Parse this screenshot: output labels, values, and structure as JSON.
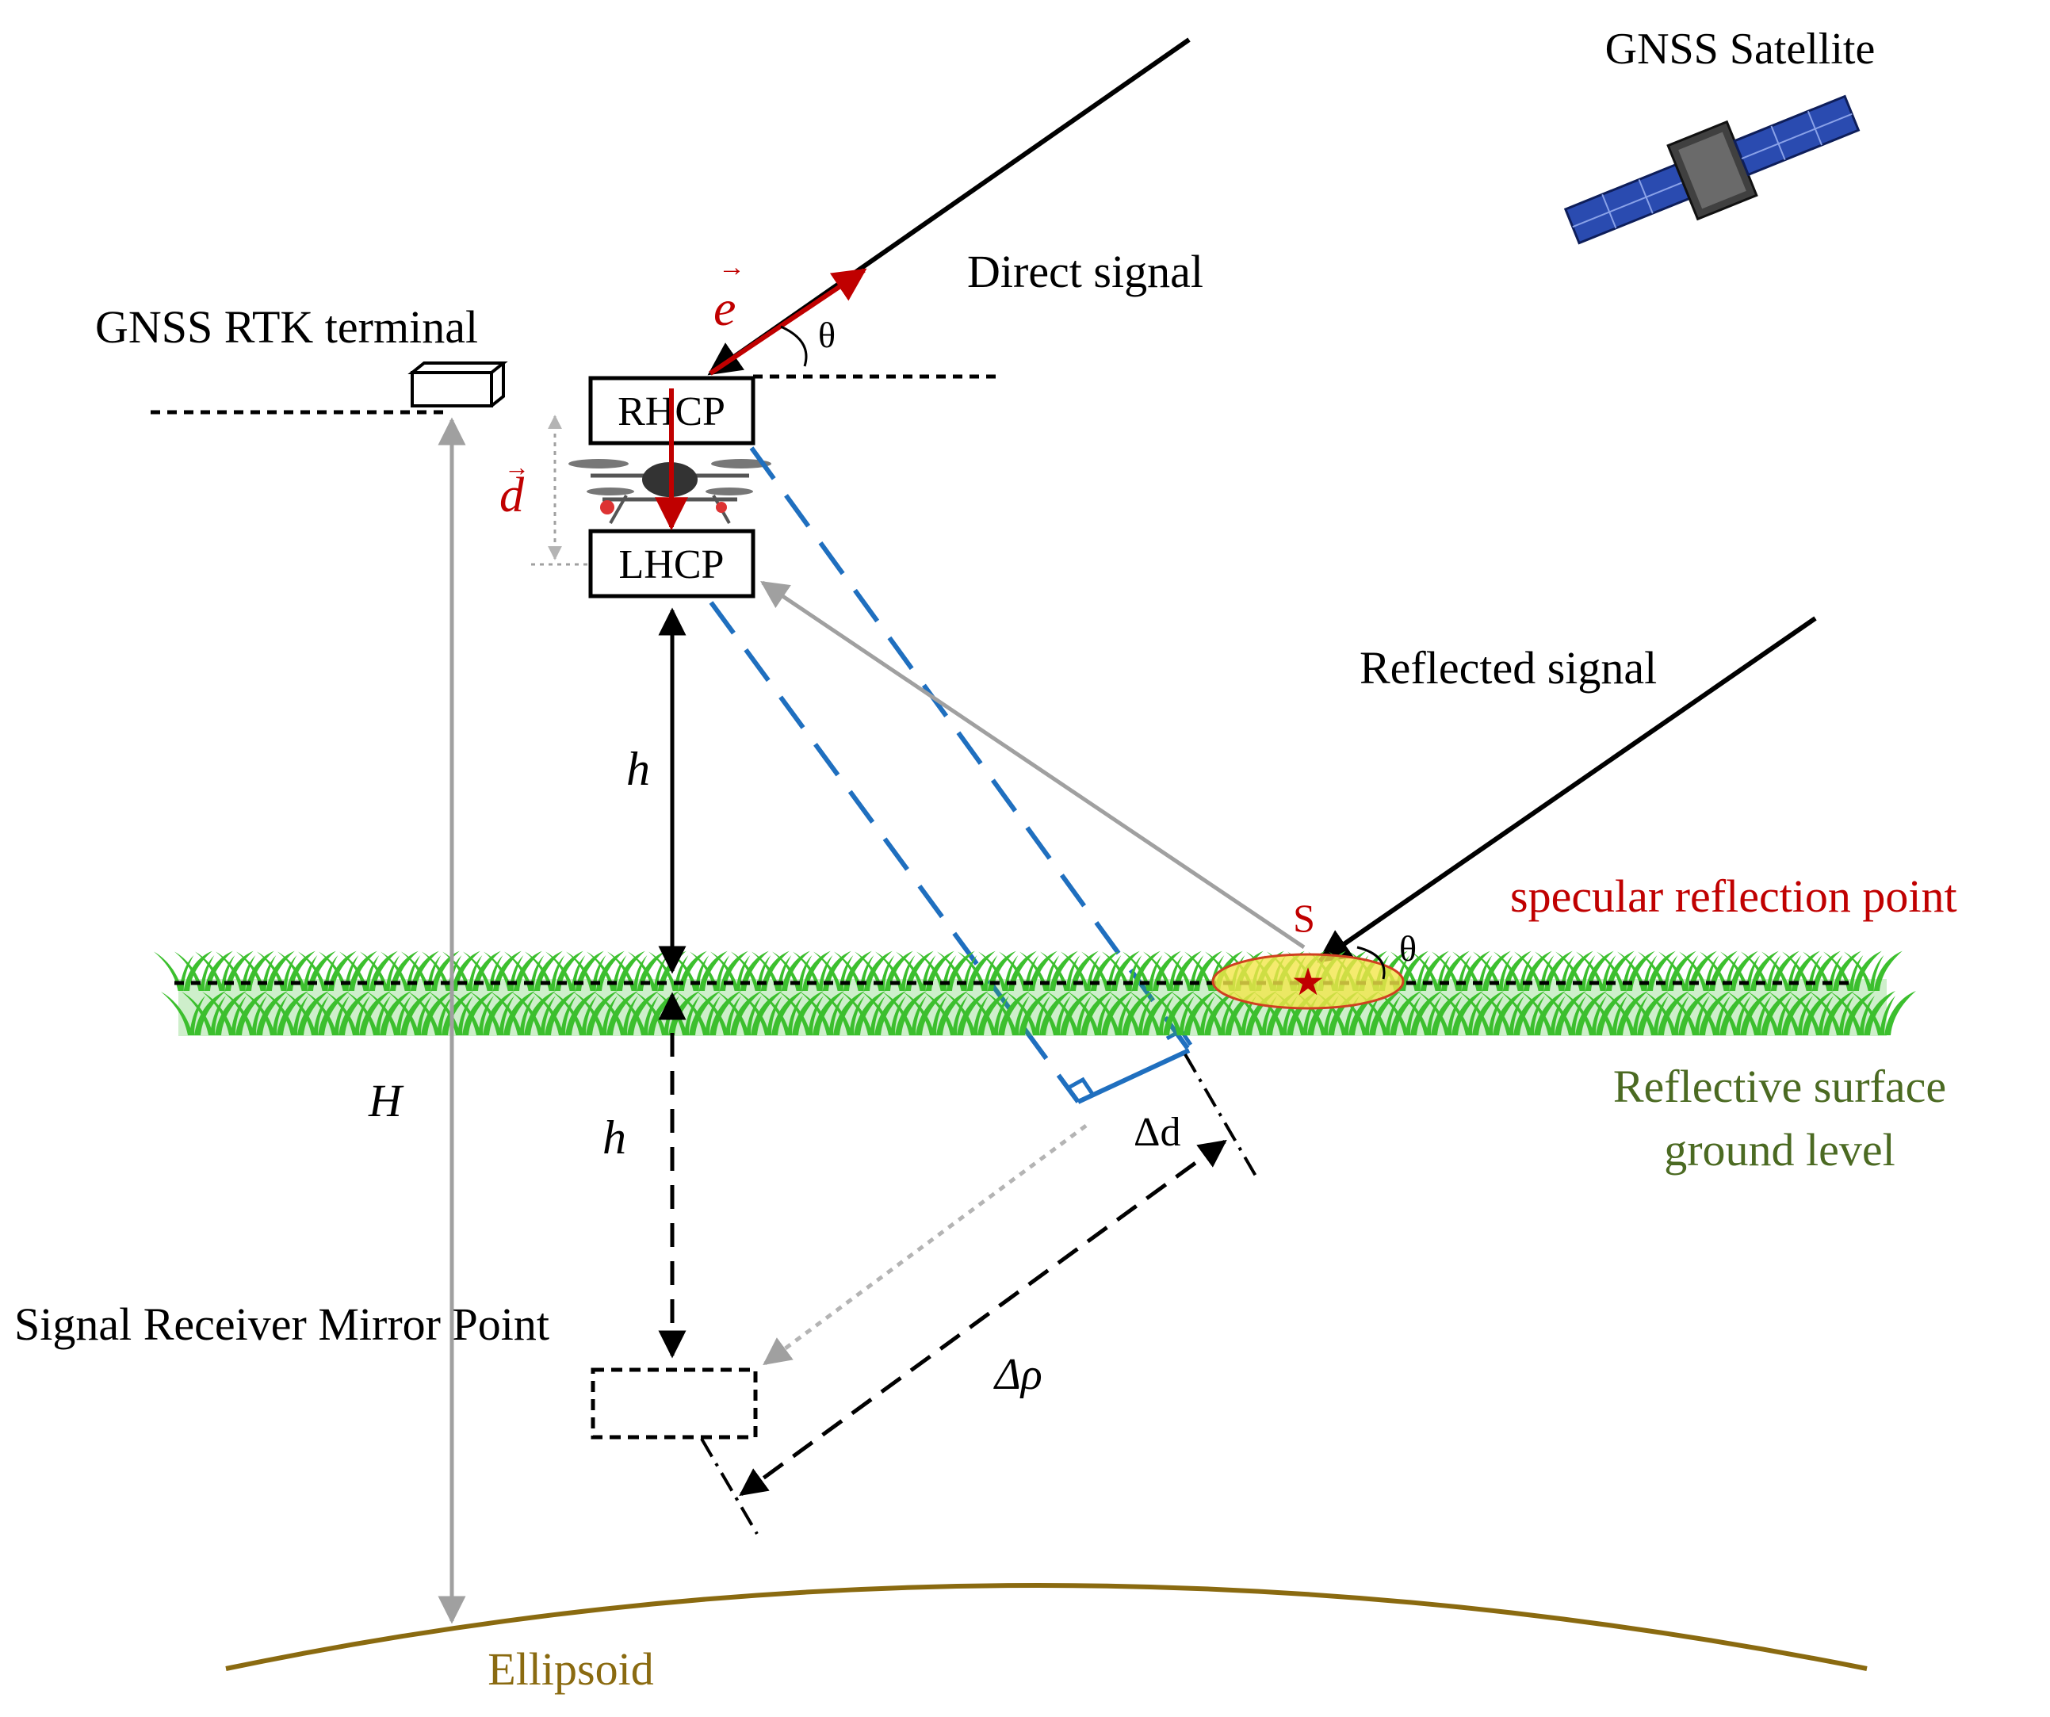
{
  "labels": {
    "satellite": "GNSS Satellite",
    "direct_signal": "Direct signal",
    "rtk_terminal": "GNSS RTK terminal",
    "rhcp": "RHCP",
    "lhcp": "LHCP",
    "reflected_signal": "Reflected signal",
    "specular_point": "specular reflection point",
    "s_marker": "S",
    "theta": "θ",
    "e_vec": "e",
    "d_vec": "d",
    "h": "h",
    "H": "H",
    "delta_d": "Δd",
    "delta_rho": "Δρ",
    "reflective_surface_line1": "Reflective surface",
    "reflective_surface_line2": "ground level",
    "mirror_point": "Signal Receiver Mirror Point",
    "ellipsoid": "Ellipsoid"
  },
  "colors": {
    "signal": "#000000",
    "vector": "#c00000",
    "spec_label": "#c00000",
    "dashed_blue": "#1f6fbf",
    "grass": "#3cbf2e",
    "footprint": "#f2e64a",
    "surface_label": "#4b6a22",
    "ellipsoid": "#8a6a10",
    "grey": "#a0a0a0",
    "satellite_panel": "#2a4bb0",
    "satellite_body": "#404040"
  }
}
